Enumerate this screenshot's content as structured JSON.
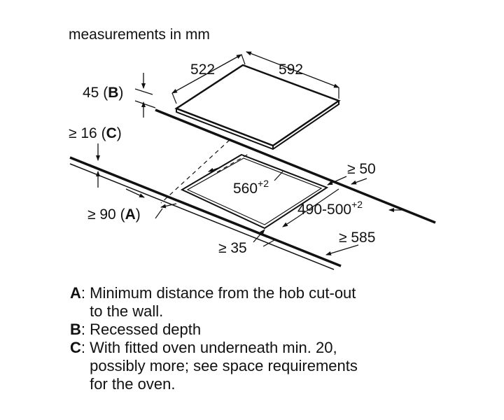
{
  "title": "measurements in mm",
  "dimensions": {
    "depth_top": "522",
    "width_top": "592",
    "recessed_value": "45",
    "recessed_key": "B",
    "oven_gap_value": "16",
    "oven_gap_key": "C",
    "wall_dist_value": "90",
    "wall_dist_key": "A",
    "cutout_width": "560",
    "cutout_width_tol": "+2",
    "cutout_depth": "490-500",
    "cutout_depth_tol": "+2",
    "rear_min": "≥ 50",
    "worktop_depth_min": "≥ 585",
    "front_min": "≥ 35",
    "ge": "≥"
  },
  "legend": [
    {
      "key": "A",
      "text_line1": "Minimum distance from the hob cut-out",
      "text_line2": "to the wall.",
      "text_line3": ""
    },
    {
      "key": "B",
      "text_line1": "Recessed depth",
      "text_line2": "",
      "text_line3": ""
    },
    {
      "key": "C",
      "text_line1": "With fitted oven underneath min. 20,",
      "text_line2": "possibly more; see space requirements",
      "text_line3": "for the oven."
    }
  ]
}
